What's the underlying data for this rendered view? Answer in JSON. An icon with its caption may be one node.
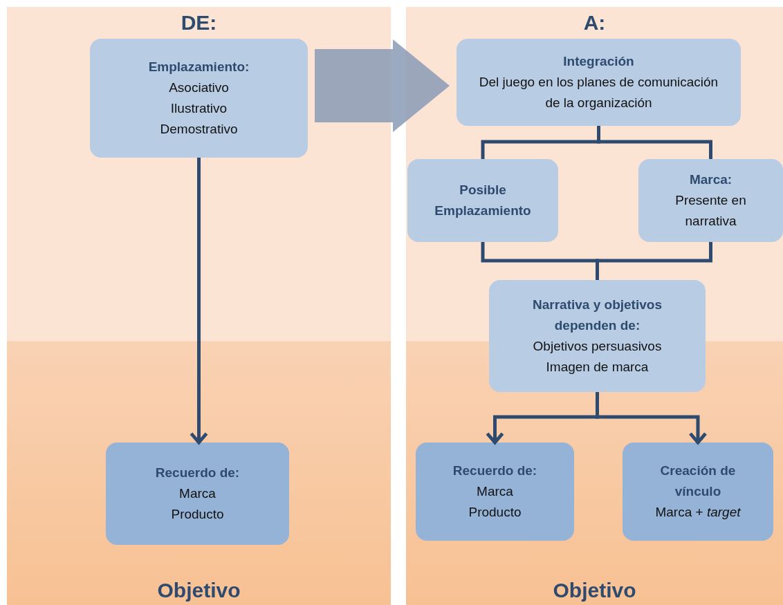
{
  "diagram": {
    "nodes": [
      {
        "text": [
          "DE:",
          "Objetivo"
        ]
      },
      {
        "text": [
          "Emplazamiento:",
          "Asociativo",
          "Ilustrativo",
          "Demostrativo"
        ],
        "in": 0
      },
      {
        "text": [
          "Recuerdo de:",
          "Marca",
          "Producto"
        ],
        "in": 0
      },
      {
        "text": [
          "A:",
          "Objetivo"
        ]
      },
      {
        "text": [
          "Integración",
          "Del juego en los planes de comunicación de la organización"
        ],
        "in": 3
      },
      {
        "text": [
          "Posible Emplazamiento"
        ],
        "in": 3
      },
      {
        "text": [
          "Marca:",
          "Presente en narrativa"
        ],
        "in": 3
      },
      {
        "text": [
          "Narrativa y objetivos dependen de:",
          "Objetivos persuasivos",
          "Imagen de marca"
        ],
        "in": 3
      },
      {
        "text": [
          "Recuerdo de:",
          "Marca",
          "Producto"
        ],
        "in": 3
      },
      {
        "text": [
          "Creación de vínculo",
          "Marca + *target*"
        ],
        "in": 3
      }
    ],
    "edges": [
      {
        "from": 1,
        "to": 2,
        "arrow": "to"
      },
      {
        "from": 1,
        "to": 4,
        "arrow": "to",
        "style": "thick",
        "color": "#8a9bb5"
      },
      {
        "from": 4,
        "to": 5,
        "arrow": "none"
      },
      {
        "from": 4,
        "to": 6,
        "arrow": "none"
      },
      {
        "from": 5,
        "to": 7,
        "arrow": "none"
      },
      {
        "from": 6,
        "to": 7,
        "arrow": "none"
      },
      {
        "from": 7,
        "to": 8,
        "arrow": "to"
      },
      {
        "from": 7,
        "to": 9,
        "arrow": "to"
      }
    ]
  }
}
